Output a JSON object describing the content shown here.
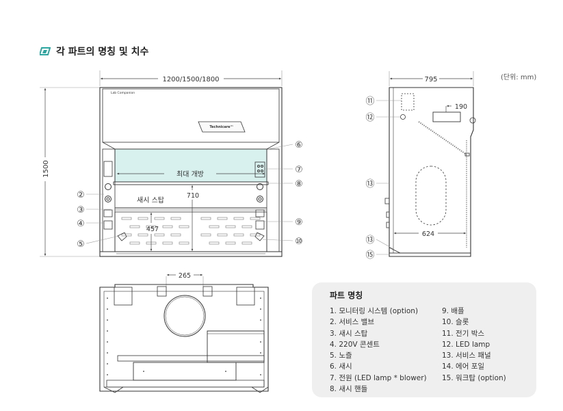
{
  "header": {
    "title": "각 파트의 명칭 및 치수",
    "icon": "title-icon"
  },
  "unit_note": "(단위: mm)",
  "front_view": {
    "width_dim": "1200/1500/1800",
    "height_dim": "1500",
    "brand_logo": "Lab Companion",
    "model_badge": "Technicare™",
    "max_opening": "최대 개방",
    "sash_stop": "새시 스탑",
    "dim_710": "710",
    "dim_457": "457"
  },
  "side_view": {
    "depth_dim": "795",
    "dim_190": "190",
    "dim_624": "624"
  },
  "top_view": {
    "dim_265": "265"
  },
  "callouts": {
    "c2": "②",
    "c3": "③",
    "c4": "④",
    "c5": "⑤",
    "c6": "⑥",
    "c7": "⑦",
    "c8": "⑧",
    "c9": "⑨",
    "c10": "⑩",
    "c11": "⑪",
    "c12": "⑫",
    "c13": "⑬",
    "c13b": "⑬",
    "c15": "⑮"
  },
  "legend": {
    "title": "파트 명칭",
    "items": [
      "1. 모니터링 시스템 (option)",
      "2. 서비스 밸브",
      "3. 새시 스탑",
      "4. 220V 콘센트",
      "5. 노즐",
      "6. 새시",
      "7. 전원 (LED lamp * blower)",
      "8. 새시 핸들",
      "9. 배플",
      "10. 슬롯",
      "11. 전기 박스",
      "12. LED lamp",
      "13. 서비스 패널",
      "14. 에어 포일",
      "15. 워크탑 (option)"
    ]
  },
  "colors": {
    "line": "#333333",
    "sash_glass": "#d8f1ee",
    "icon_accent": "#2aa6a0",
    "legend_bg": "#efefef"
  }
}
